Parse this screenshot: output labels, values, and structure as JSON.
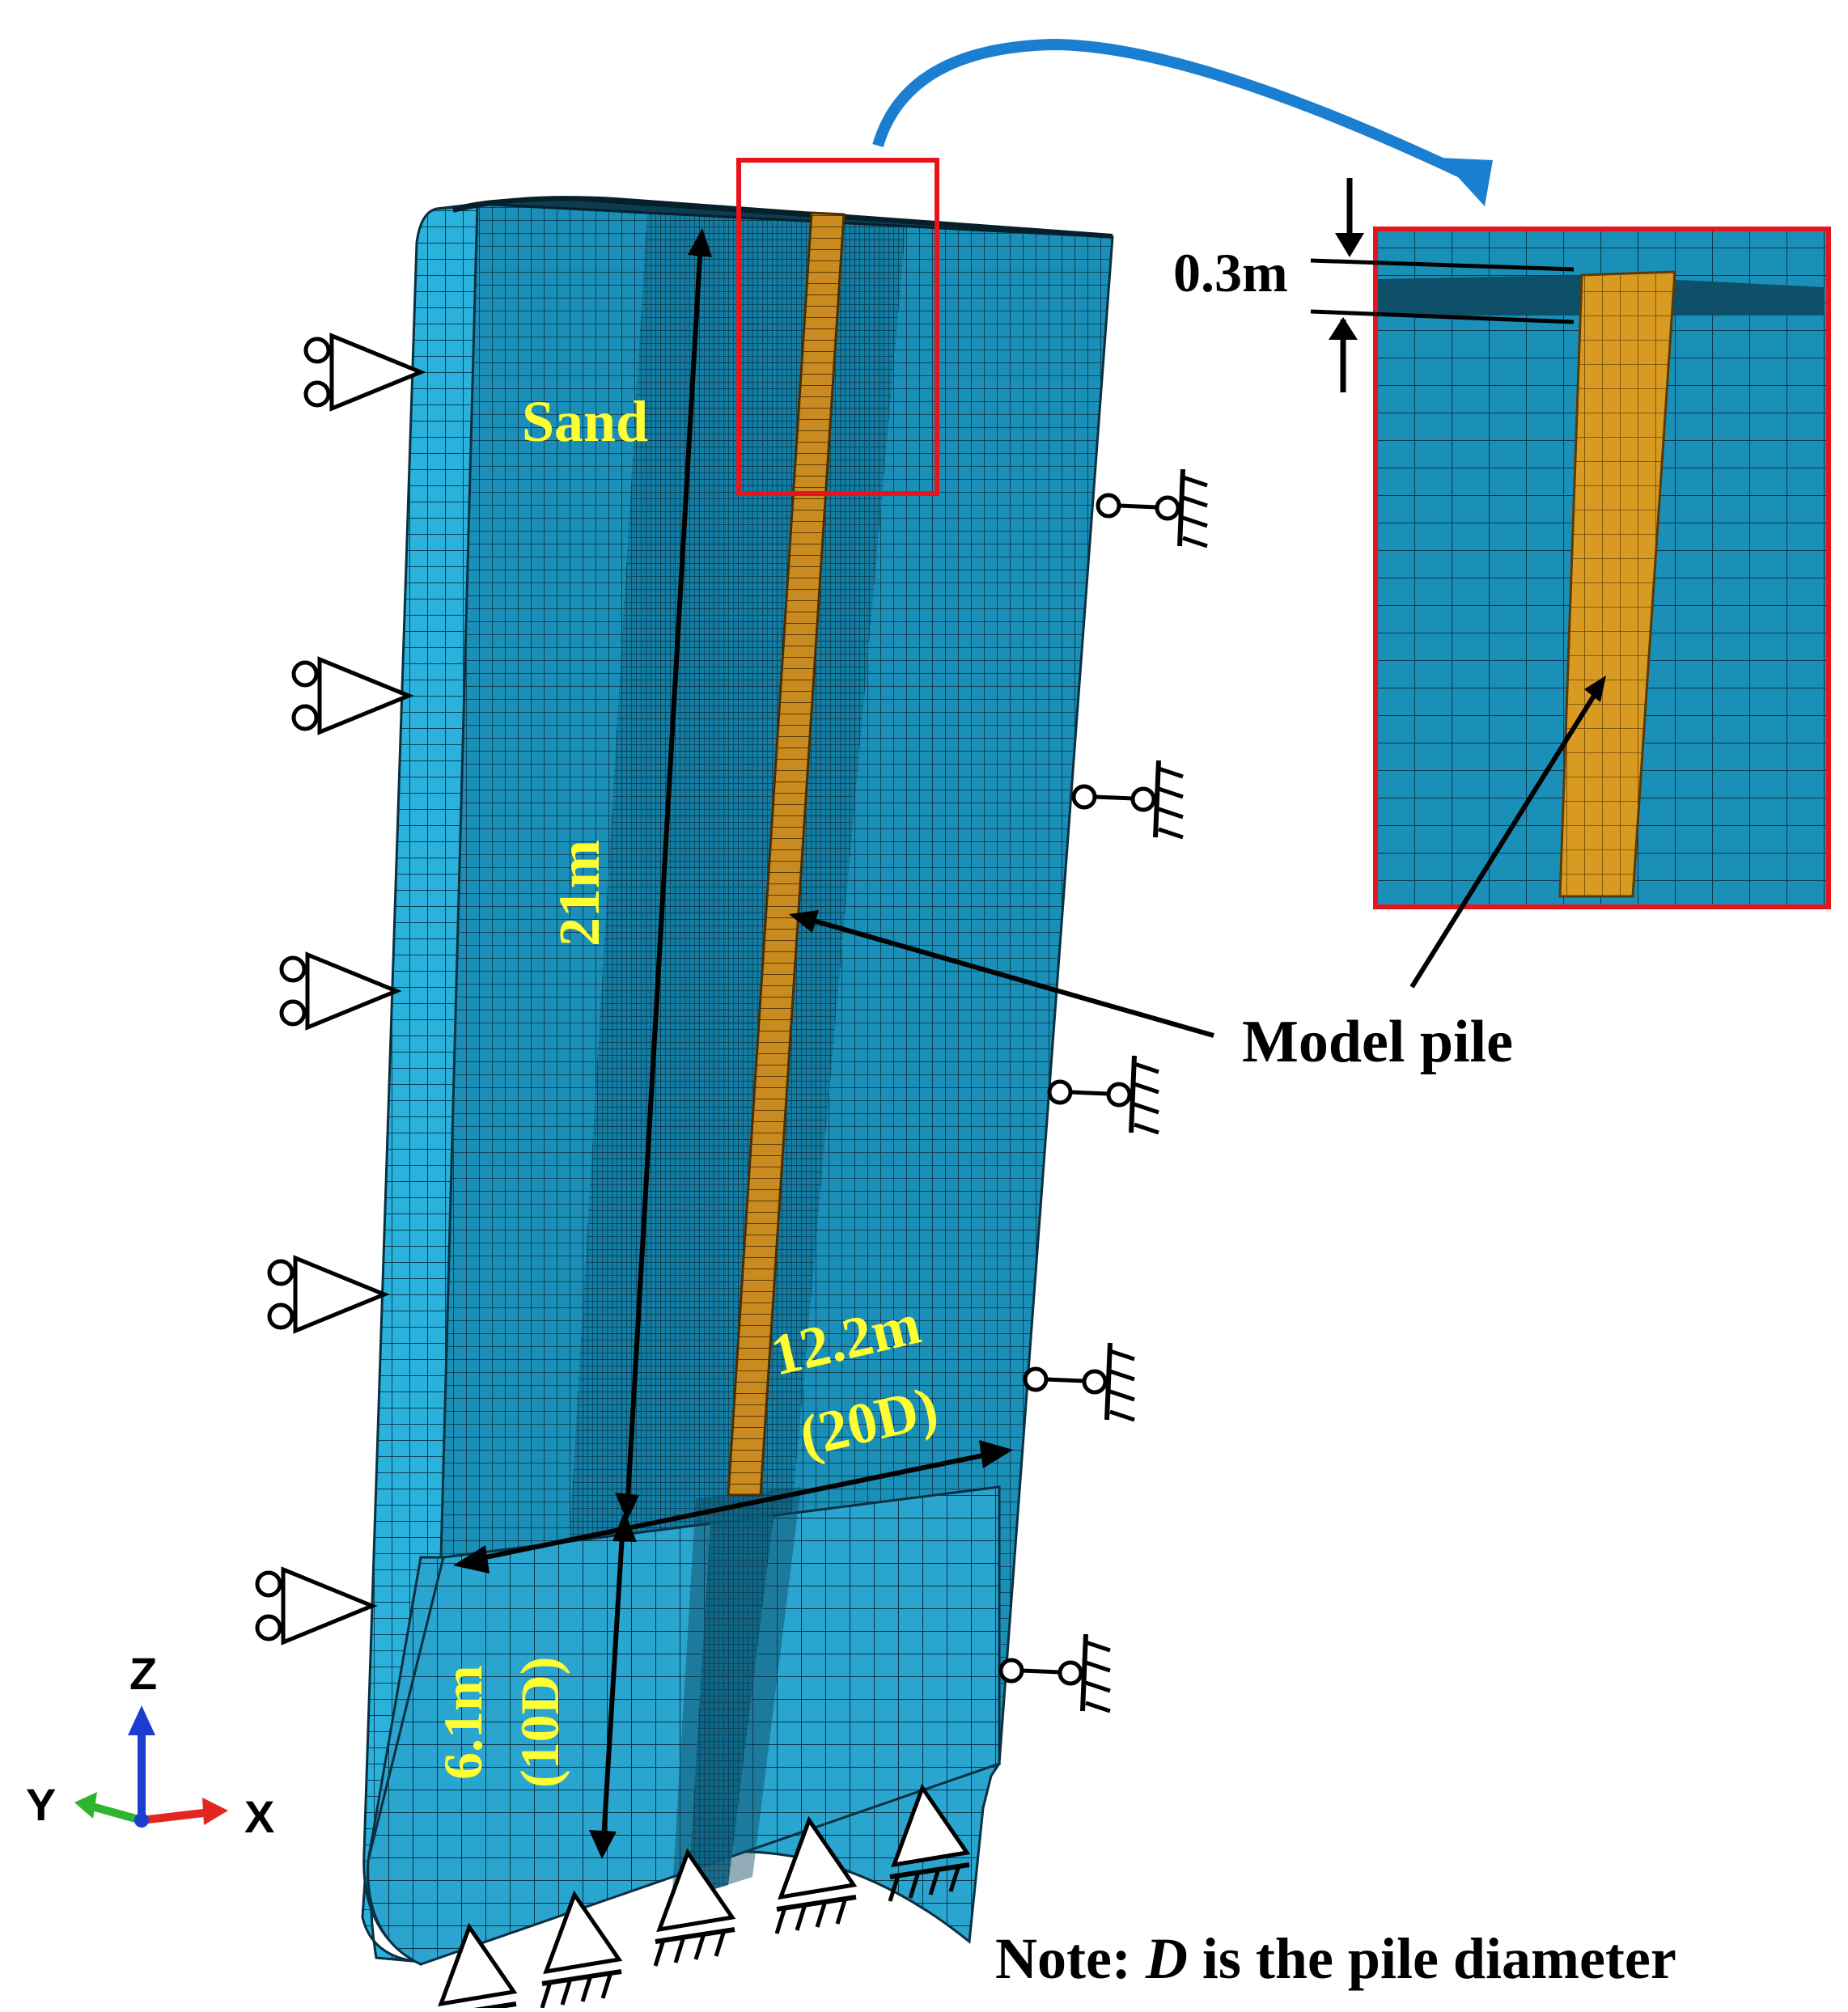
{
  "labels": {
    "sand": "Sand",
    "depth": "21m",
    "width": "12.2m",
    "width_d": "(20D)",
    "half_width": "6.1m",
    "half_width_d": "(10D)",
    "model_pile": "Model pile",
    "embed": "0.3m",
    "note_prefix": "Note: ",
    "note_var": "D",
    "note_suffix": " is the pile diameter"
  },
  "axes": {
    "z": "Z",
    "y": "Y",
    "x": "X"
  },
  "colors": {
    "soil": "#1a8fb8",
    "soil_left_face": "#2bb2dc",
    "mesh_line": "#0a2f40",
    "pile": "#c98b1f",
    "pile_zoom": "#d99a22",
    "highlight_box": "#e8141b",
    "curved_arrow": "#1a7fd0",
    "dimension_text": "#ffff33",
    "axis_z": "#1a3fd0",
    "axis_x": "#e3261f",
    "axis_y": "#2db52d"
  },
  "icons": {
    "left_supports": "roller-support-icon",
    "right_supports": "fixed-roller-support-icon",
    "bottom_supports": "pin-support-icon"
  }
}
